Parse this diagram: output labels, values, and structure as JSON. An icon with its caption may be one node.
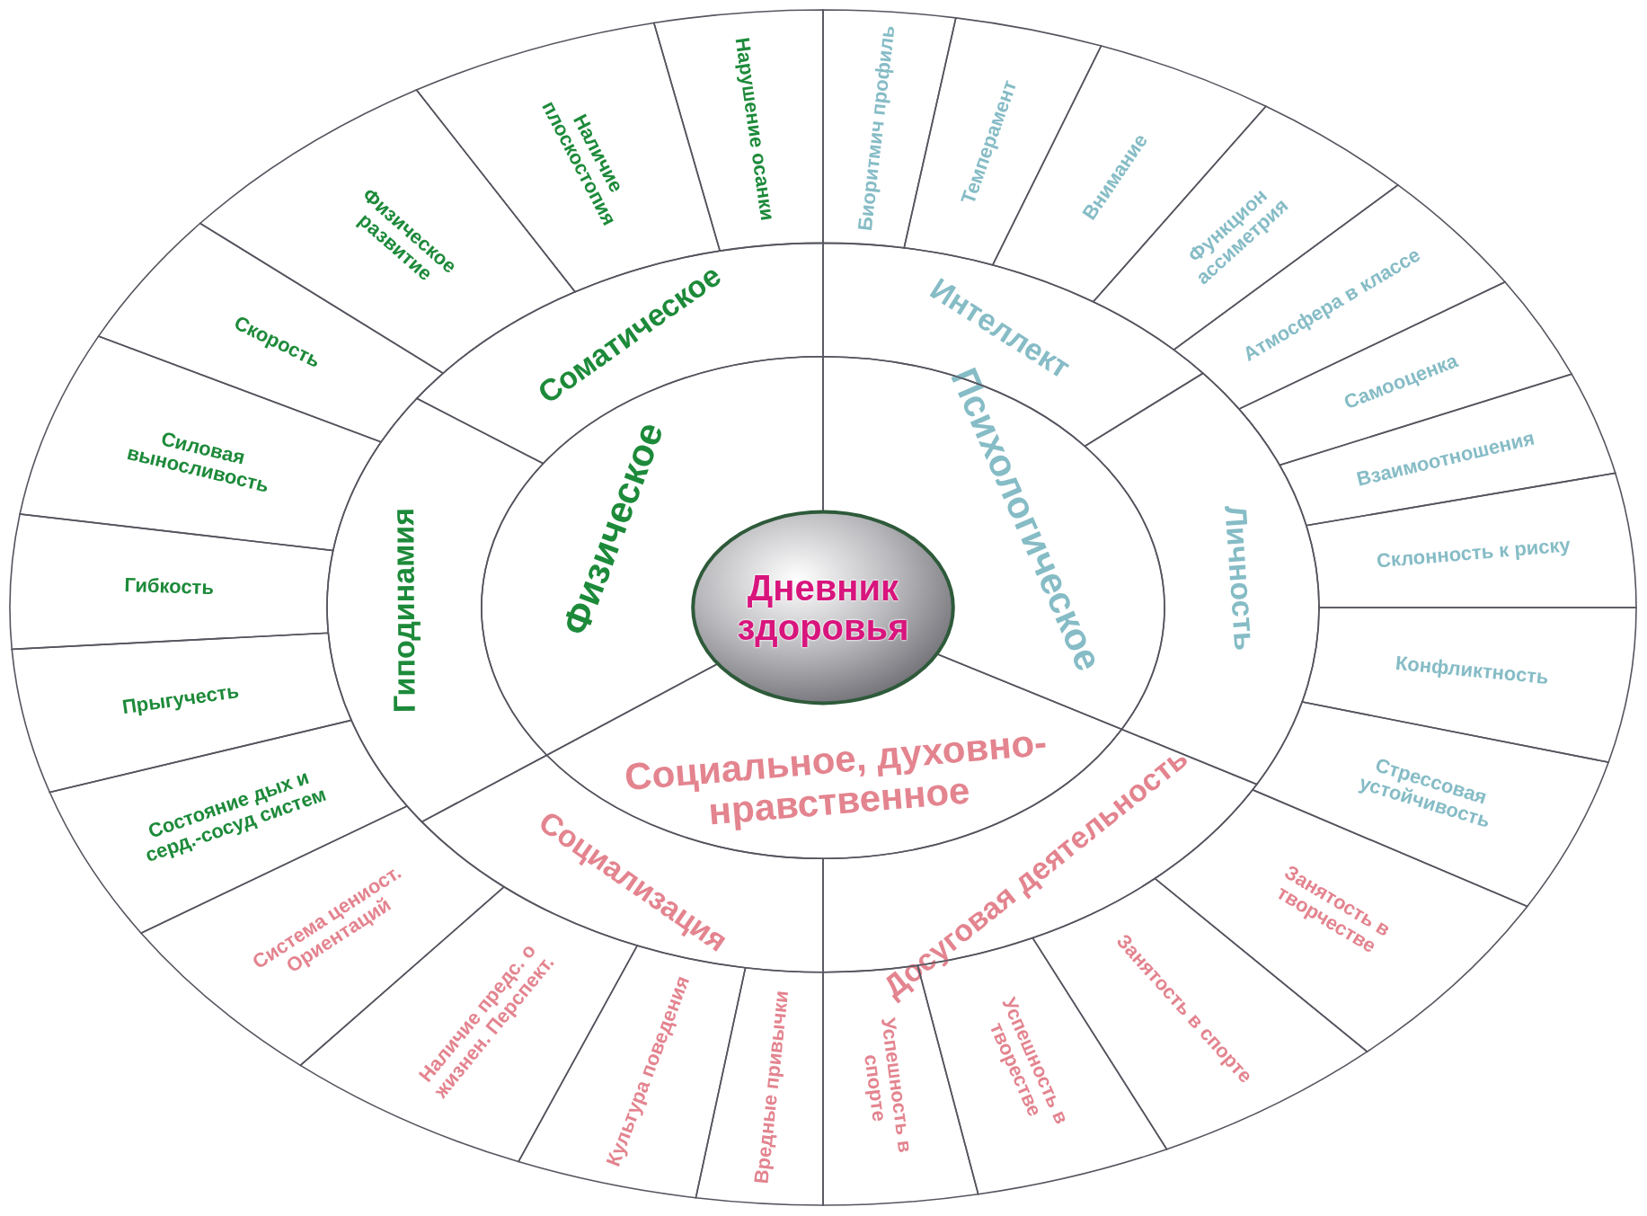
{
  "diagram": {
    "nodes": [
      {
        "text": [
          "Дневник здоровья"
        ]
      },
      {
        "text": [
          "Физическое"
        ]
      },
      {
        "text": [
          "Психологическое"
        ]
      },
      {
        "text": [
          "Социальное, духовно-нравственное"
        ]
      },
      {
        "text": [
          "Соматическое"
        ]
      },
      {
        "text": [
          "Гиподинамия"
        ]
      },
      {
        "text": [
          "Интеллект"
        ]
      },
      {
        "text": [
          "Личность"
        ]
      },
      {
        "text": [
          "Социализация"
        ]
      },
      {
        "text": [
          "Досуговая деятельность"
        ]
      },
      {
        "text": [
          "Биоритмич профиль"
        ]
      },
      {
        "text": [
          "Темперамент"
        ]
      },
      {
        "text": [
          "Внимание"
        ]
      },
      {
        "text": [
          "Функцион ассиметрия"
        ]
      },
      {
        "text": [
          "Атмосфера в классе"
        ]
      },
      {
        "text": [
          "Самооценка"
        ]
      },
      {
        "text": [
          "Взаимоотношения"
        ]
      },
      {
        "text": [
          "Склонность к риску"
        ]
      },
      {
        "text": [
          "Конфликтность"
        ]
      },
      {
        "text": [
          "Стрессовая устойчивость"
        ]
      },
      {
        "text": [
          "Занятость в творчестве"
        ]
      },
      {
        "text": [
          "Занятость в спорте"
        ]
      },
      {
        "text": [
          "Успешность в творестве"
        ]
      },
      {
        "text": [
          "Успешность в спорте"
        ]
      },
      {
        "text": [
          "Вредные привычки"
        ]
      },
      {
        "text": [
          "Культура поведения"
        ]
      },
      {
        "text": [
          "Наличие предс. о жизнен. Перспект."
        ]
      },
      {
        "text": [
          "Система цениост. Ориентаций"
        ]
      },
      {
        "text": [
          "Состояние дых и серд.-сосуд систем"
        ]
      },
      {
        "text": [
          "Прыгучесть"
        ]
      },
      {
        "text": [
          "Гибкость"
        ]
      },
      {
        "text": [
          "Силовая выносливость"
        ]
      },
      {
        "text": [
          "Скорость"
        ]
      },
      {
        "text": [
          "Физическое развитие"
        ]
      },
      {
        "text": [
          "Наличие плоскостопия"
        ]
      },
      {
        "text": [
          "Нарушение осанки"
        ]
      }
    ]
  }
}
